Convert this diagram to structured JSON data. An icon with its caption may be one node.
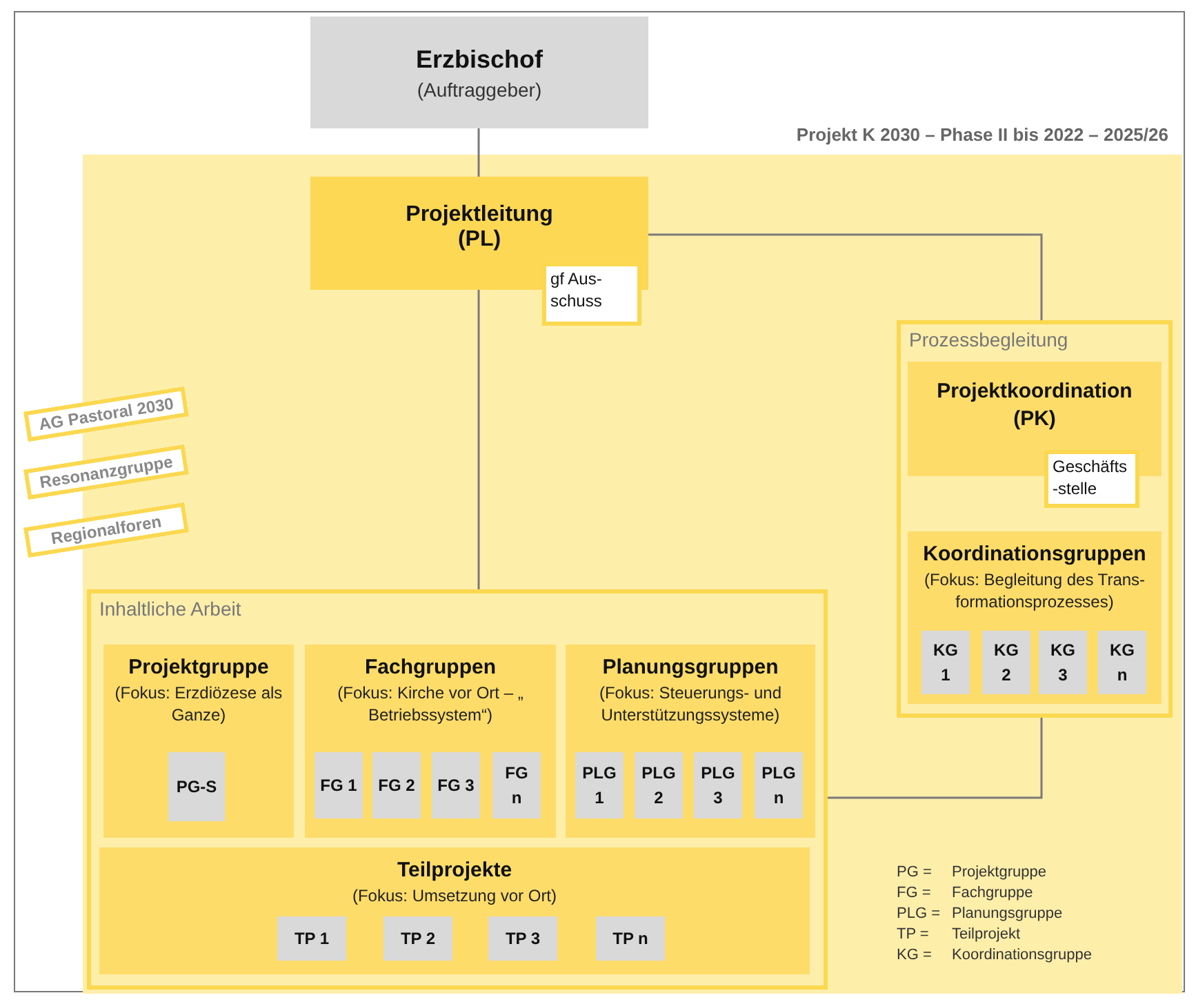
{
  "diagram": {
    "nodes": [
      {
        "text": [
          "Erzbischof",
          "(Auftraggeber)"
        ]
      },
      {
        "text": [
          "Projekt K 2030 – Phase II bis 2022 – 2025/26"
        ]
      },
      {
        "text": [
          "Projektleitung",
          "(PL)"
        ],
        "in": 1
      },
      {
        "text": [
          "gf Aus- schuss"
        ],
        "in": 1
      },
      {
        "text": [
          "Prozessbegleitung"
        ],
        "in": 1
      },
      {
        "text": [
          "Projektkoordination (PK)"
        ],
        "in": 4
      },
      {
        "text": [
          "Geschäfts -stelle"
        ],
        "in": 4
      },
      {
        "text": [
          "Koordinationsgruppen",
          "(Fokus: Begleitung des Trans- formationsprozesses)"
        ],
        "in": 4
      },
      {
        "text": [
          "KG 1"
        ],
        "in": 7
      },
      {
        "text": [
          "KG 2"
        ],
        "in": 7
      },
      {
        "text": [
          "KG 3"
        ],
        "in": 7
      },
      {
        "text": [
          "KG n"
        ],
        "in": 7
      },
      {
        "text": [
          "AG Pastoral 2030"
        ]
      },
      {
        "text": [
          "Resonanzgruppe"
        ]
      },
      {
        "text": [
          "Regionalforen"
        ]
      },
      {
        "text": [
          "Inhaltliche Arbeit"
        ],
        "in": 1
      },
      {
        "text": [
          "Projektgruppe",
          "(Fokus: Erzdiözese als Ganze)"
        ],
        "in": 15
      },
      {
        "text": [
          "PG-S"
        ],
        "in": 16
      },
      {
        "text": [
          "Fachgruppen",
          "(Fokus: Kirche vor Ort – „ Betriebssystem“)"
        ],
        "in": 15
      },
      {
        "text": [
          "FG 1"
        ],
        "in": 18
      },
      {
        "text": [
          "FG 2"
        ],
        "in": 18
      },
      {
        "text": [
          "FG 3"
        ],
        "in": 18
      },
      {
        "text": [
          "FG n"
        ],
        "in": 18
      },
      {
        "text": [
          "Planungsgruppen",
          "(Fokus: Steuerungs- und Unterstützungssysteme)"
        ],
        "in": 15
      },
      {
        "text": [
          "PLG 1"
        ],
        "in": 23
      },
      {
        "text": [
          "PLG 2"
        ],
        "in": 23
      },
      {
        "text": [
          "PLG 3"
        ],
        "in": 23
      },
      {
        "text": [
          "PLG n"
        ],
        "in": 23
      },
      {
        "text": [
          "Teilprojekte",
          "(Fokus: Umsetzung vor Ort)"
        ],
        "in": 15
      },
      {
        "text": [
          "TP 1"
        ],
        "in": 28
      },
      {
        "text": [
          "TP 2"
        ],
        "in": 28
      },
      {
        "text": [
          "TP 3"
        ],
        "in": 28
      },
      {
        "text": [
          "TP n"
        ],
        "in": 28
      }
    ],
    "edges": [
      {
        "from": 0,
        "to": 2,
        "arrow": "none"
      },
      {
        "from": 2,
        "to": 4,
        "arrow": "none"
      },
      {
        "from": 2,
        "to": 15,
        "arrow": "none"
      },
      {
        "from": 4,
        "to": 15,
        "arrow": "none"
      }
    ],
    "labels": [
      "PG =",
      "Projektgruppe",
      "FG =",
      "Fachgruppe",
      "PLG =",
      "Planungsgruppe",
      "TP =",
      "Teilprojekt",
      "KG =",
      "Koordinationsgruppe"
    ]
  }
}
